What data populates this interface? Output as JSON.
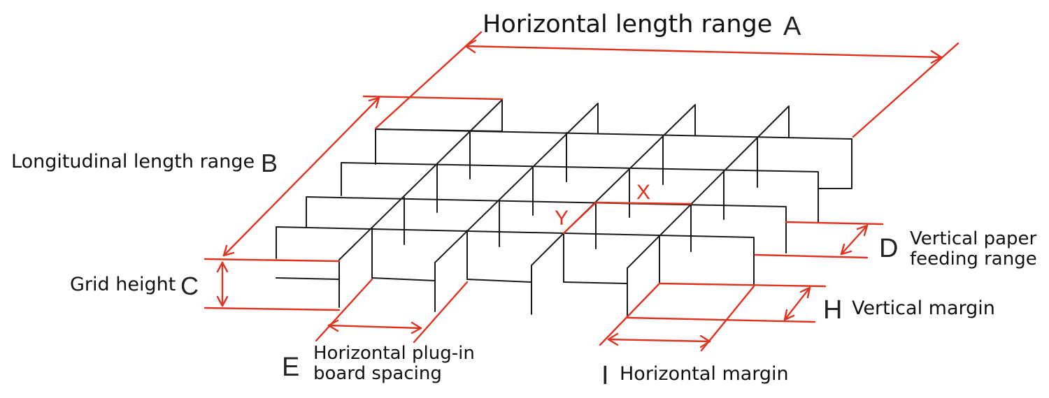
{
  "labels": {
    "horizontal_length_range": "Horizontal length range",
    "letter_a": "A",
    "longitudinal_length_range": "Longitudinal length range",
    "letter_b": "B",
    "grid_height": "Grid height",
    "letter_c": "C",
    "vertical_paper_feeding_range_line1": "Vertical paper",
    "vertical_paper_feeding_range_line2": "feeding range",
    "letter_d": "D",
    "horizontal_plugin_spacing_line1": "Horizontal plug-in",
    "horizontal_plugin_spacing_line2": "board spacing",
    "letter_e": "E",
    "vertical_margin": "Vertical margin",
    "letter_h": "H",
    "horizontal_margin": "Horizontal margin",
    "letter_i": "I",
    "letter_x": "X",
    "letter_y": "Y"
  },
  "colors": {
    "dimension": "#e0321e",
    "structure": "#1a1a1a"
  }
}
